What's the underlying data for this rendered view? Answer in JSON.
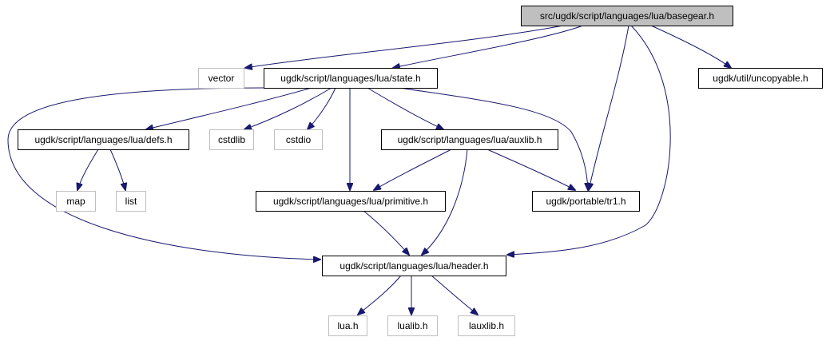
{
  "colors": {
    "edge": "#191970",
    "node_border": "#000000",
    "external_border": "#bfbfbf",
    "root_fill": "#bfbfbf",
    "node_fill": "#ffffff",
    "external_text": "#000000"
  },
  "nodes": [
    {
      "id": "basegear",
      "label": "src/ugdk/script/languages/lua/basegear.h",
      "kind": "root"
    },
    {
      "id": "vector",
      "label": "vector",
      "kind": "external"
    },
    {
      "id": "state",
      "label": "ugdk/script/languages/lua/state.h",
      "kind": "internal"
    },
    {
      "id": "uncopyable",
      "label": "ugdk/util/uncopyable.h",
      "kind": "internal"
    },
    {
      "id": "defs",
      "label": "ugdk/script/languages/lua/defs.h",
      "kind": "internal"
    },
    {
      "id": "cstdlib",
      "label": "cstdlib",
      "kind": "external"
    },
    {
      "id": "cstdio",
      "label": "cstdio",
      "kind": "external"
    },
    {
      "id": "auxlib",
      "label": "ugdk/script/languages/lua/auxlib.h",
      "kind": "internal"
    },
    {
      "id": "map",
      "label": "map",
      "kind": "external"
    },
    {
      "id": "list",
      "label": "list",
      "kind": "external"
    },
    {
      "id": "primitive",
      "label": "ugdk/script/languages/lua/primitive.h",
      "kind": "internal"
    },
    {
      "id": "tr1",
      "label": "ugdk/portable/tr1.h",
      "kind": "internal"
    },
    {
      "id": "header",
      "label": "ugdk/script/languages/lua/header.h",
      "kind": "internal"
    },
    {
      "id": "lua",
      "label": "lua.h",
      "kind": "external"
    },
    {
      "id": "lualib",
      "label": "lualib.h",
      "kind": "external"
    },
    {
      "id": "lauxlib",
      "label": "lauxlib.h",
      "kind": "external"
    }
  ],
  "edges": [
    {
      "from": "basegear",
      "to": "vector"
    },
    {
      "from": "basegear",
      "to": "state"
    },
    {
      "from": "basegear",
      "to": "tr1"
    },
    {
      "from": "basegear",
      "to": "header"
    },
    {
      "from": "basegear",
      "to": "uncopyable"
    },
    {
      "from": "state",
      "to": "defs"
    },
    {
      "from": "state",
      "to": "cstdlib"
    },
    {
      "from": "state",
      "to": "cstdio"
    },
    {
      "from": "state",
      "to": "primitive"
    },
    {
      "from": "state",
      "to": "auxlib"
    },
    {
      "from": "state",
      "to": "tr1"
    },
    {
      "from": "state",
      "to": "header"
    },
    {
      "from": "defs",
      "to": "map"
    },
    {
      "from": "defs",
      "to": "list"
    },
    {
      "from": "auxlib",
      "to": "primitive"
    },
    {
      "from": "auxlib",
      "to": "header"
    },
    {
      "from": "auxlib",
      "to": "tr1"
    },
    {
      "from": "primitive",
      "to": "header"
    },
    {
      "from": "header",
      "to": "lua"
    },
    {
      "from": "header",
      "to": "lualib"
    },
    {
      "from": "header",
      "to": "lauxlib"
    }
  ]
}
